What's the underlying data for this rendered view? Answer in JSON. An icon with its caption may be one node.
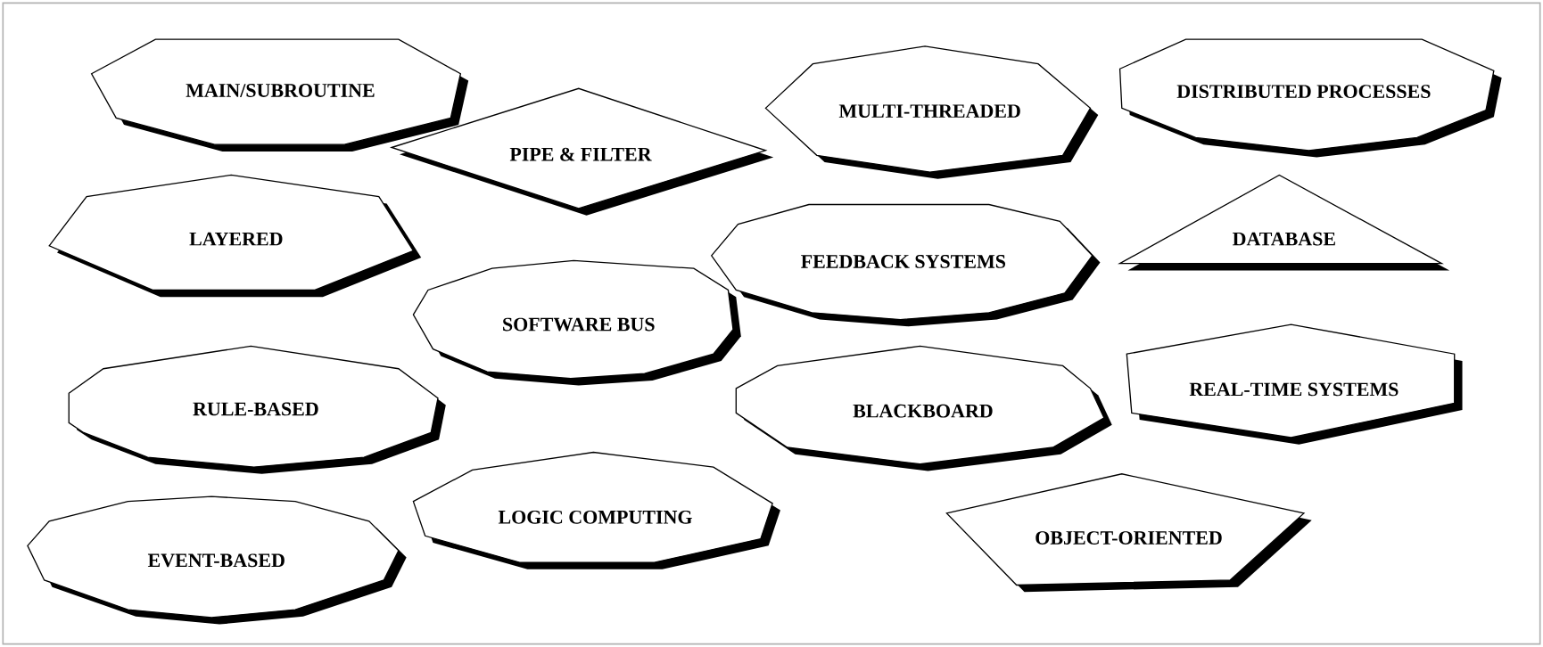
{
  "diagram": {
    "nodes": [
      {
        "text": [
          "MAIN/SUBROUTINE"
        ]
      },
      {
        "text": [
          "PIPE & FILTER"
        ]
      },
      {
        "text": [
          "MULTI-THREADED"
        ]
      },
      {
        "text": [
          "DISTRIBUTED PROCESSES"
        ]
      },
      {
        "text": [
          "LAYERED"
        ]
      },
      {
        "text": [
          "FEEDBACK SYSTEMS"
        ]
      },
      {
        "text": [
          "DATABASE"
        ]
      },
      {
        "text": [
          "SOFTWARE BUS"
        ]
      },
      {
        "text": [
          "RULE-BASED"
        ]
      },
      {
        "text": [
          "BLACKBOARD"
        ]
      },
      {
        "text": [
          "REAL-TIME SYSTEMS"
        ]
      },
      {
        "text": [
          "EVENT-BASED"
        ]
      },
      {
        "text": [
          "LOGIC COMPUTING"
        ]
      },
      {
        "text": [
          "OBJECT-ORIENTED"
        ]
      }
    ]
  }
}
